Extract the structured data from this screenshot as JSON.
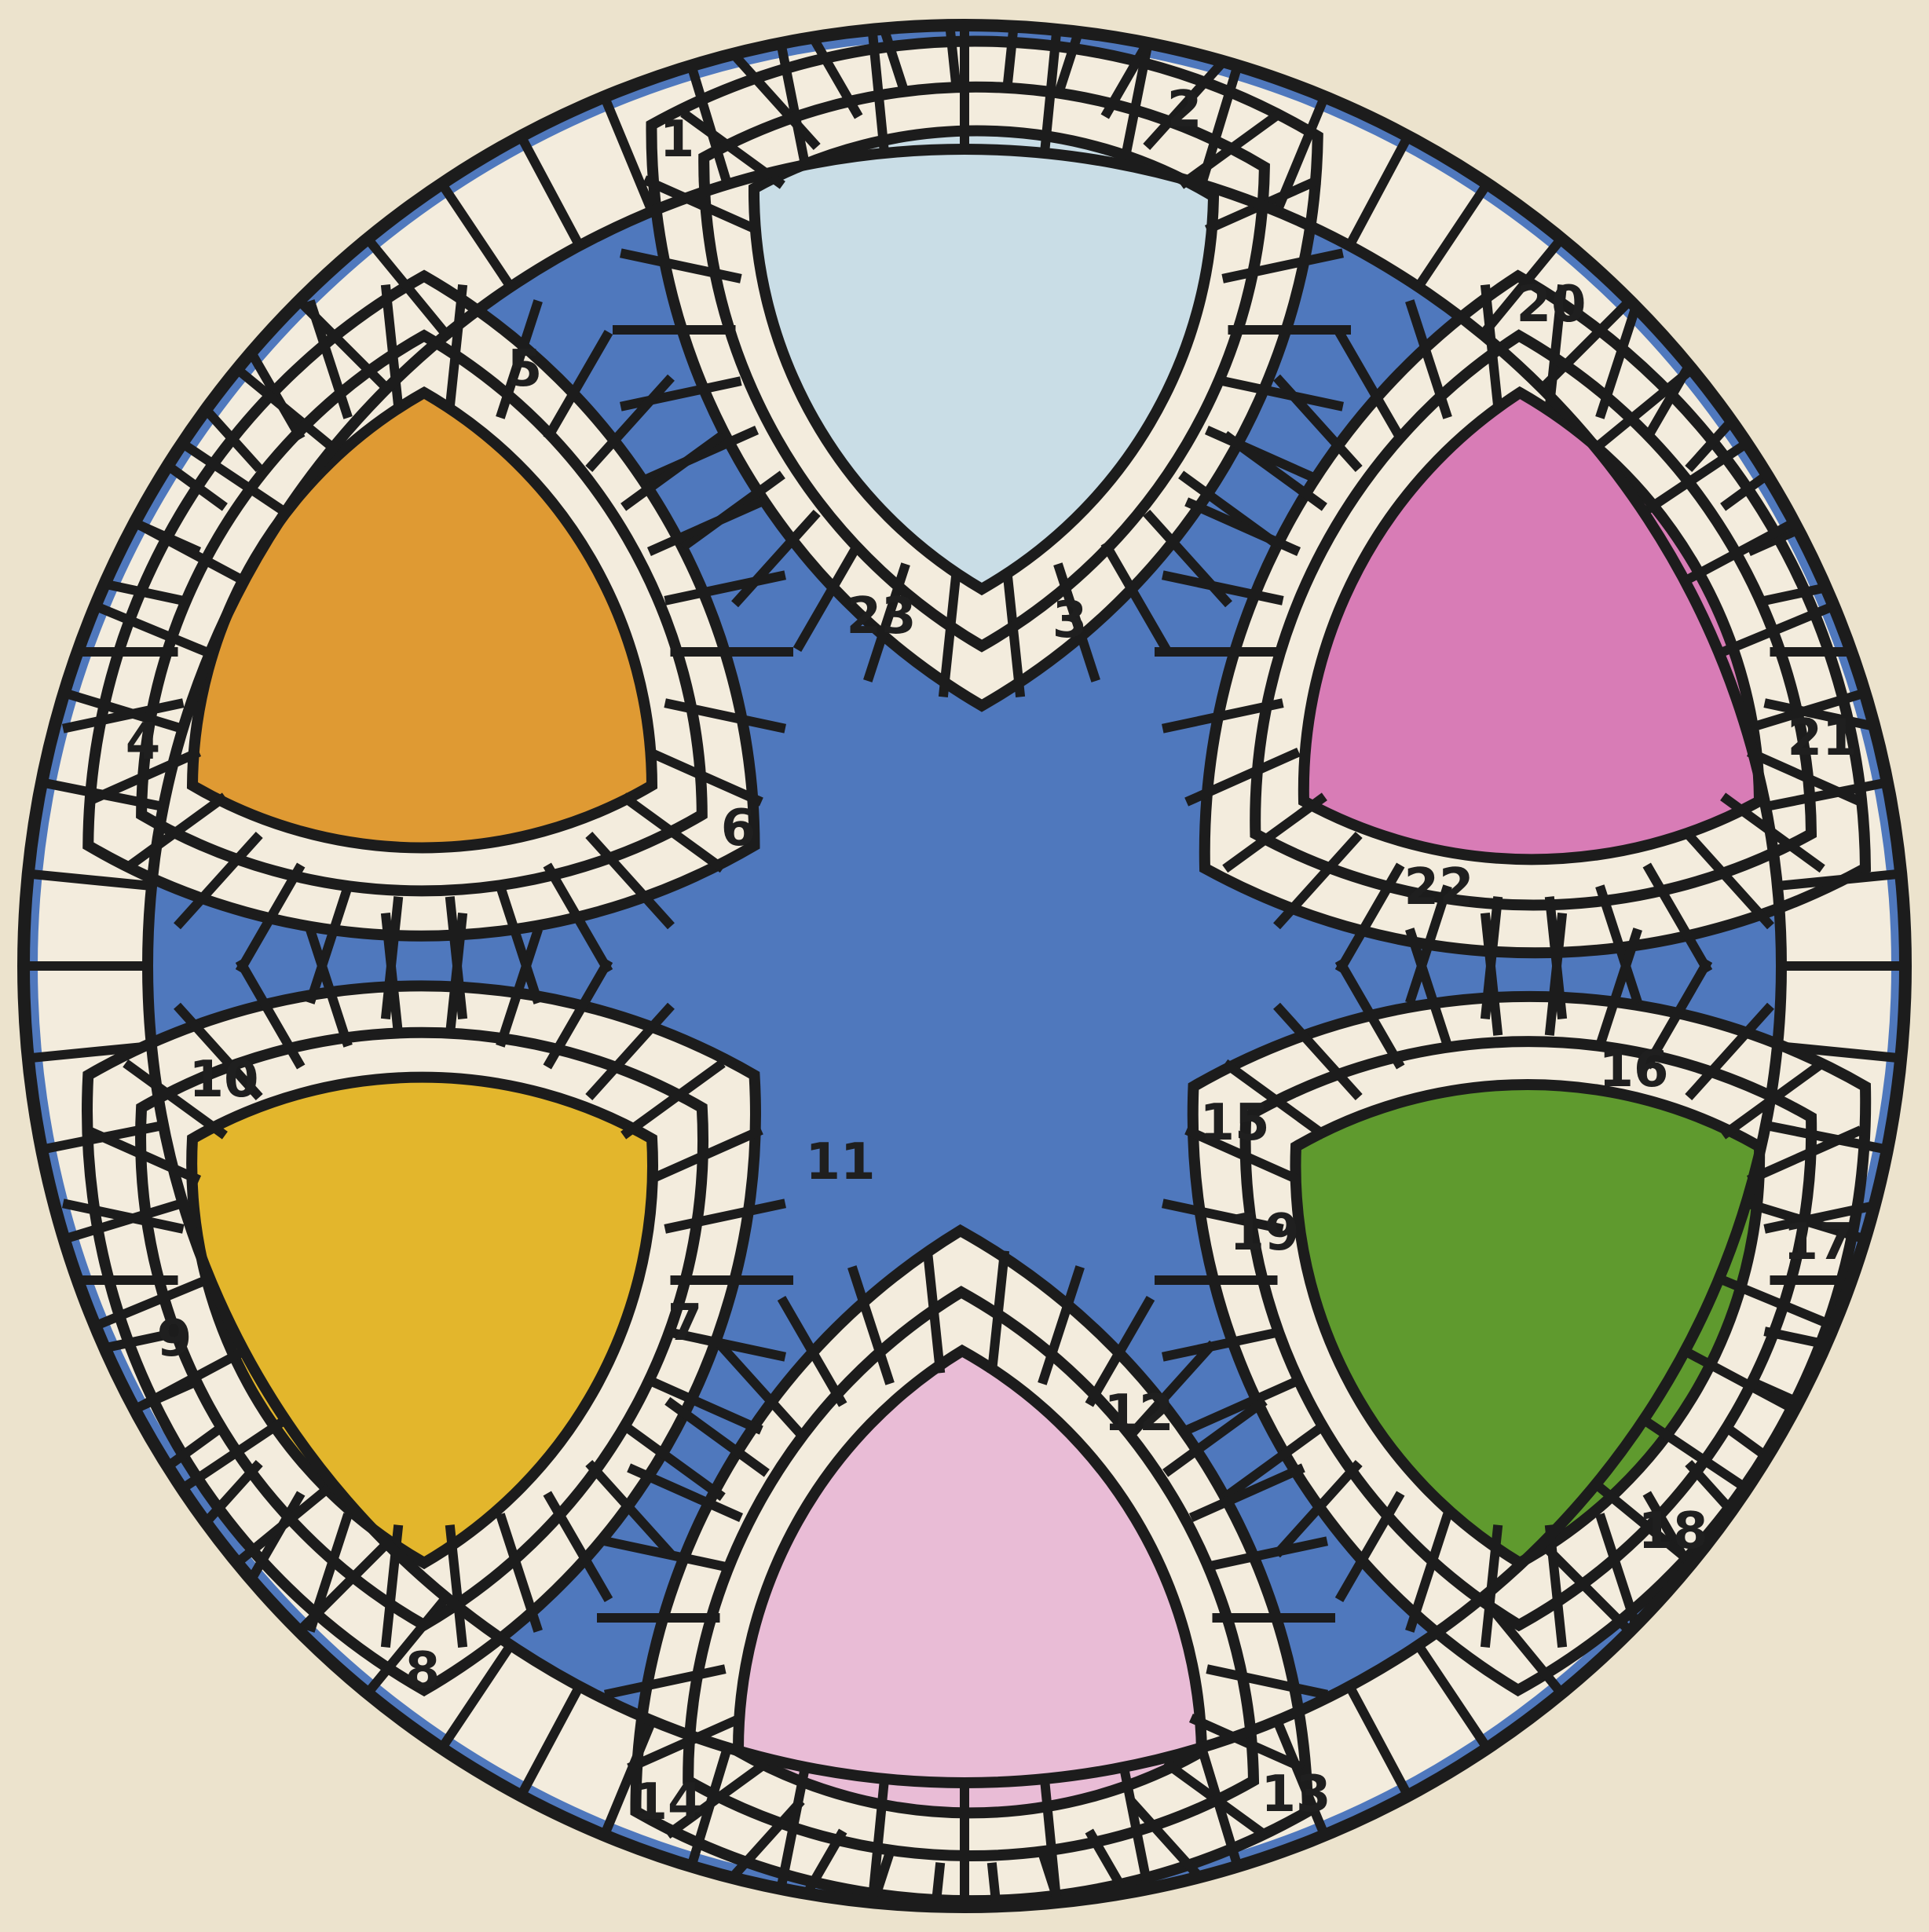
{
  "board": {
    "colors": {
      "background": "#ece3cd",
      "disc": "#4f78bd",
      "track": "#f3ecdd",
      "line": "#1c1c1c",
      "cell_top": "#c9dde6",
      "cell_top_right": "#d87cb6",
      "cell_bottom_right": "#5f9a2e",
      "cell_bottom": "#e9bcd6",
      "cell_bottom_left": "#e3b62c",
      "cell_top_left": "#df9a33"
    },
    "numbers": [
      "1",
      "2",
      "3",
      "4",
      "5",
      "6",
      "7",
      "8",
      "9",
      "10",
      "11",
      "12",
      "13",
      "14",
      "15",
      "16",
      "17",
      "18",
      "19",
      "20",
      "21",
      "22",
      "23"
    ]
  }
}
